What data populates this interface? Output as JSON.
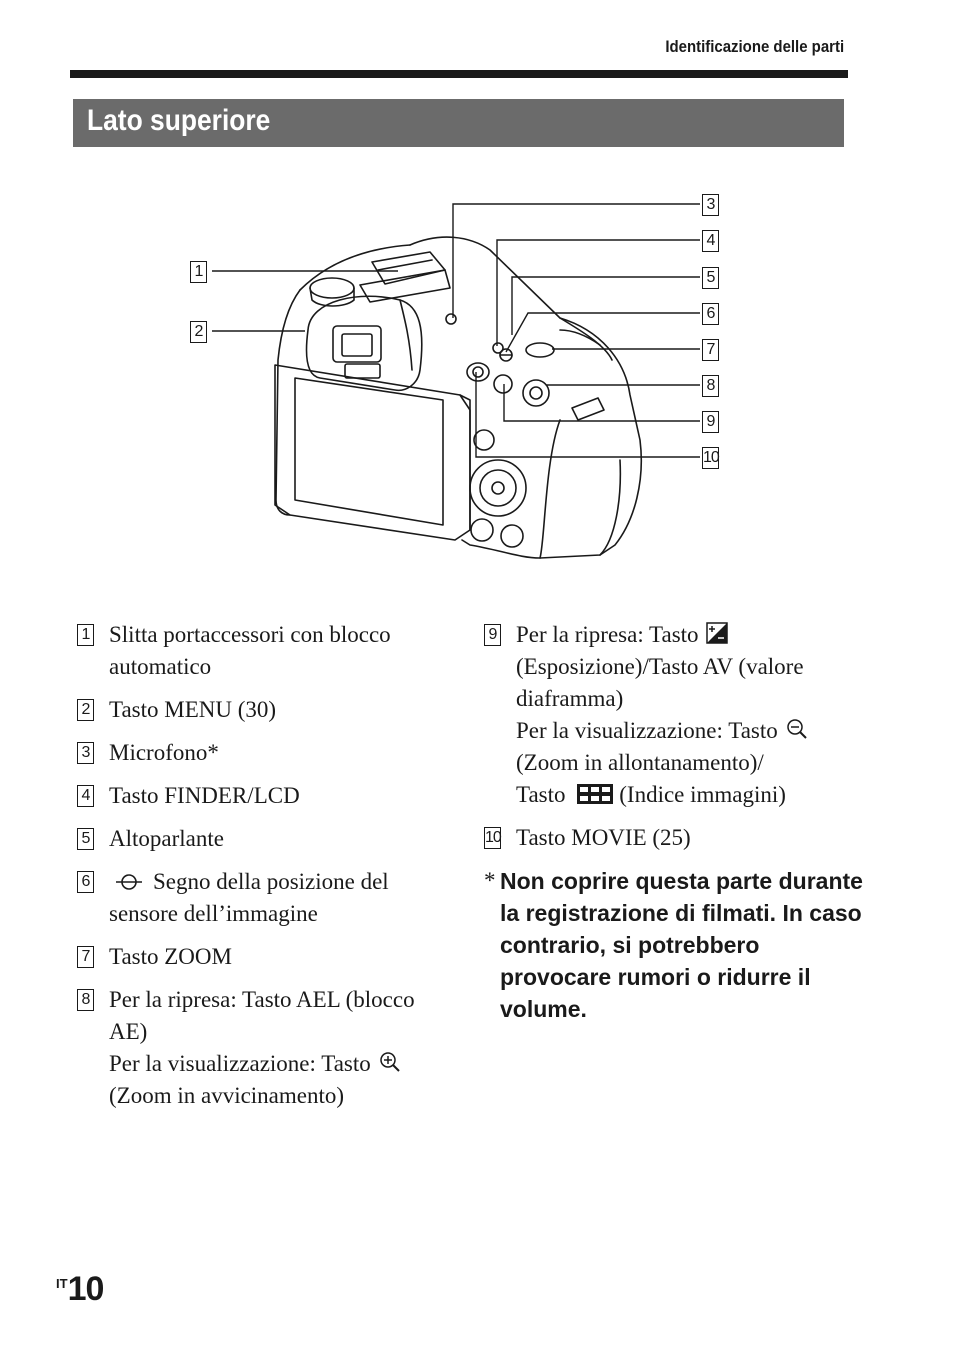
{
  "header": {
    "title": "Identificazione delle parti"
  },
  "section": {
    "title": "Lato superiore"
  },
  "callouts": [
    {
      "num": "1"
    },
    {
      "num": "2"
    },
    {
      "num": "3"
    },
    {
      "num": "4"
    },
    {
      "num": "5"
    },
    {
      "num": "6"
    },
    {
      "num": "7"
    },
    {
      "num": "8"
    },
    {
      "num": "9"
    },
    {
      "num": "10"
    }
  ],
  "items_left": [
    {
      "num": "1",
      "lines": [
        "Slitta portaccessori con blocco automatico"
      ]
    },
    {
      "num": "2",
      "lines": [
        "Tasto MENU (30)"
      ]
    },
    {
      "num": "3",
      "lines": [
        "Microfono*"
      ]
    },
    {
      "num": "4",
      "lines": [
        "Tasto FINDER/LCD"
      ]
    },
    {
      "num": "5",
      "lines": [
        "Altoparlante"
      ]
    },
    {
      "num": "6",
      "icon": "image-sensor-position-icon",
      "lines": [
        "Segno della posizione del sensore dell’immagine"
      ]
    },
    {
      "num": "7",
      "lines": [
        "Tasto ZOOM"
      ]
    },
    {
      "num": "8",
      "lines": [
        "Per la ripresa: Tasto AEL (blocco AE)",
        "Per la visualizzazione: Tasto",
        "(Zoom in avvicinamento)"
      ],
      "icon": "zoom-in-icon"
    }
  ],
  "items_right": [
    {
      "num": "9",
      "a": "Per la ripresa: Tasto",
      "a_icon": "exposure-icon",
      "b": "(Esposizione)/Tasto AV (valore diaframma)",
      "c": "Per la visualizzazione: Tasto",
      "c_icon": "zoom-out-icon",
      "d": "(Zoom in allontanamento)/",
      "e": "Tasto",
      "e_icon": "image-index-icon",
      "f": "(Indice immagini)"
    },
    {
      "num": "10",
      "lines": [
        "Tasto MOVIE (25)"
      ]
    }
  ],
  "note": {
    "star": "*",
    "text": "Non coprire questa parte durante la registrazione di filmati. In caso contrario, si potrebbero provocare rumori o ridurre il volume."
  },
  "footer": {
    "lang": "IT",
    "page": "10"
  }
}
